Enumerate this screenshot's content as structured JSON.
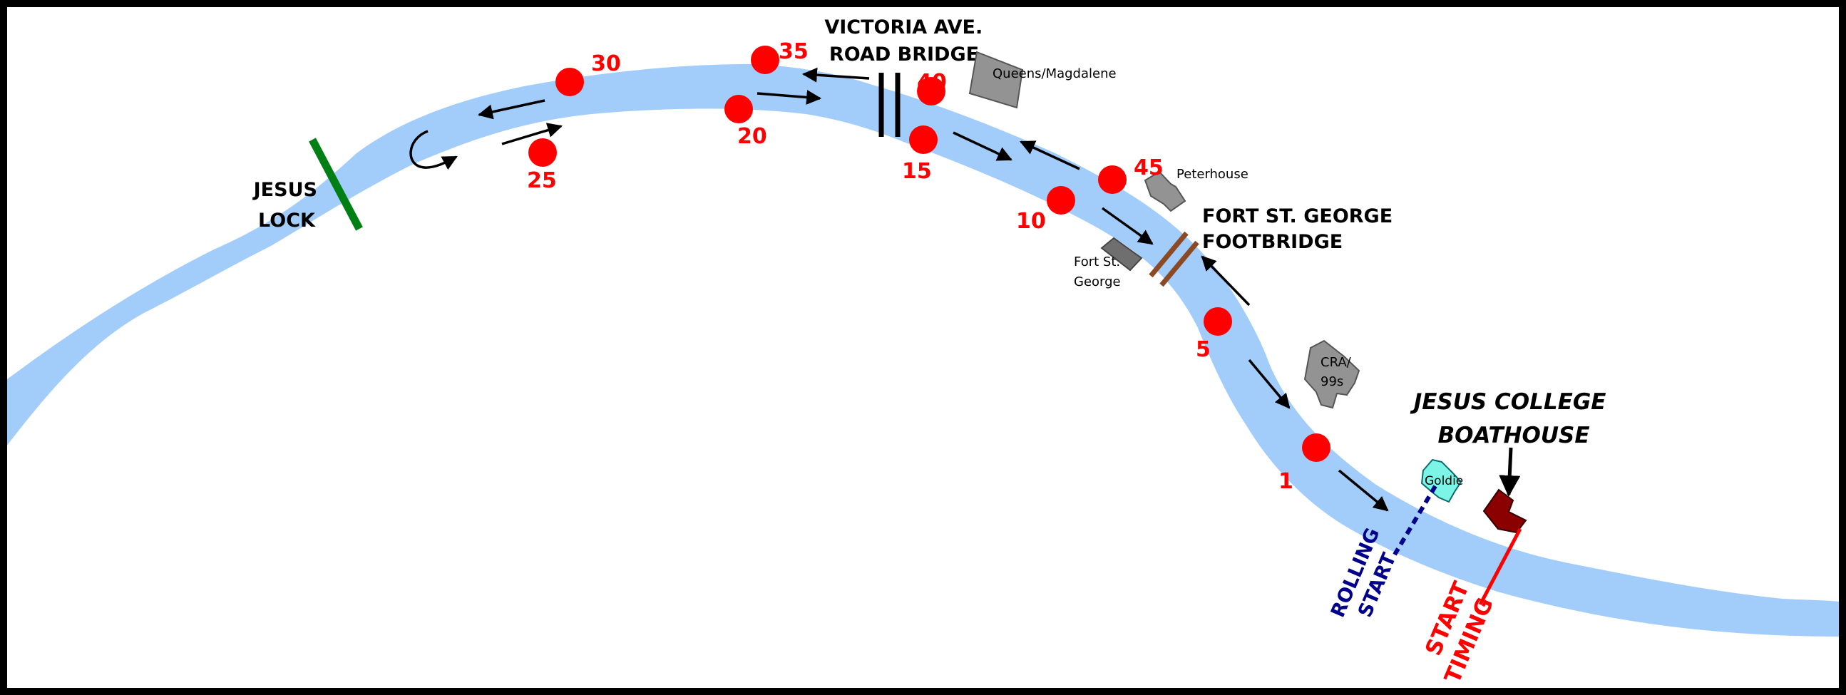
{
  "colors": {
    "river": "#a2cdfa",
    "marker": "#ff0000",
    "building": "#939393",
    "goldie": "#7df5e6",
    "boathouse": "#8b0000",
    "lock": "#007f14",
    "footbridge": "#8b4a24",
    "rolling_start": "#00008b",
    "start_timing": "#ff0000"
  },
  "landmarks": {
    "jesus_lock": [
      "JESUS",
      "LOCK"
    ],
    "victoria_bridge": [
      "VICTORIA AVE.",
      "ROAD BRIDGE"
    ],
    "fort_footbridge": [
      "FORT ST. GEORGE",
      "FOOTBRIDGE"
    ],
    "boathouse": [
      "JESUS COLLEGE",
      "BOATHOUSE"
    ],
    "rolling_start": [
      "ROLLING",
      "START"
    ],
    "start_timing": [
      "START",
      "TIMING"
    ]
  },
  "buildings": {
    "queens_magdalene": "Queens/Magdalene",
    "peterhouse": "Peterhouse",
    "fort_st_george": [
      "Fort St.",
      "George"
    ],
    "cra_99s": [
      "CRA/",
      "99s"
    ],
    "goldie": "Goldie"
  },
  "markers": [
    "1",
    "5",
    "10",
    "15",
    "20",
    "25",
    "30",
    "35",
    "40",
    "45"
  ]
}
